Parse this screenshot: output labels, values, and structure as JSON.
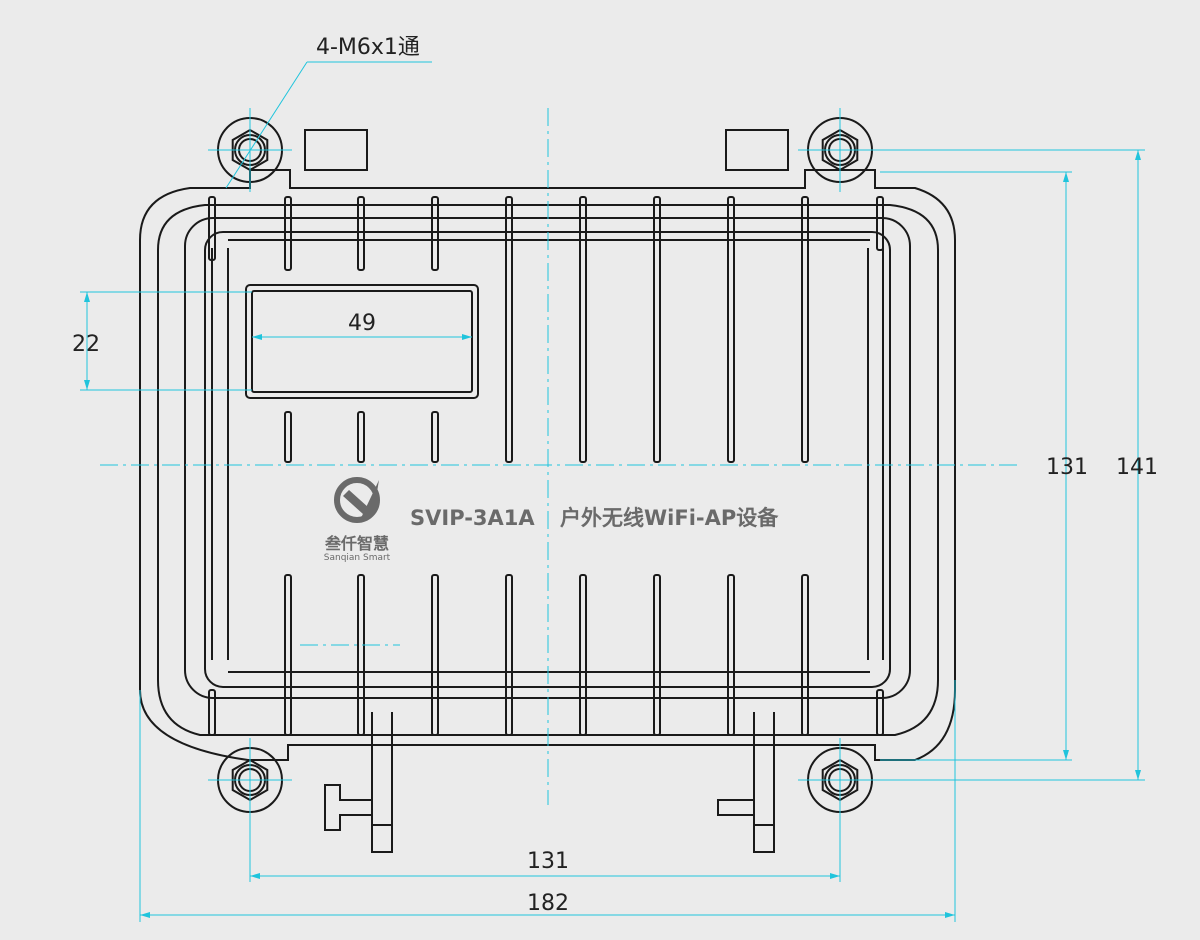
{
  "drawing": {
    "hole_note": "4-M6x1通",
    "dimensions": {
      "window_width": "49",
      "window_height": "22",
      "hole_spacing_vertical": "131",
      "overall_height": "141",
      "hole_spacing_horizontal": "131",
      "overall_width": "182"
    },
    "label": {
      "model": "SVIP-3A1A",
      "description": "户外无线WiFi-AP设备",
      "brand_cn": "叁仟智慧",
      "brand_en": "Sanqian Smart"
    }
  },
  "colors": {
    "background": "#ebebeb",
    "outline": "#1a1a1a",
    "dimension": "#20c4dc",
    "brand_text": "#6a6a6a"
  }
}
